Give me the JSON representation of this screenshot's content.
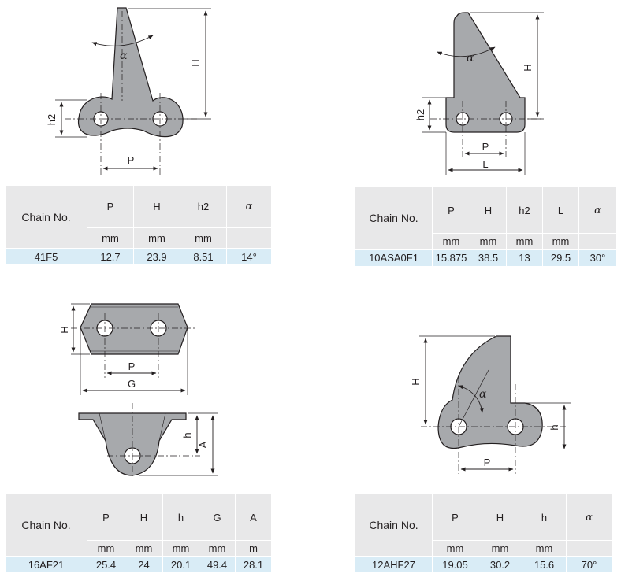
{
  "tables": [
    {
      "label": "Chain No.",
      "headers": [
        "P",
        "H",
        "h2",
        "α"
      ],
      "units": [
        "mm",
        "mm",
        "mm",
        ""
      ],
      "row": {
        "chain": "41F5",
        "values": [
          "12.7",
          "23.9",
          "8.51",
          "14°"
        ]
      }
    },
    {
      "label": "Chain No.",
      "headers": [
        "P",
        "H",
        "h2",
        "L",
        "α"
      ],
      "units": [
        "mm",
        "mm",
        "mm",
        "mm",
        ""
      ],
      "row": {
        "chain": "10ASA0F1",
        "values": [
          "15.875",
          "38.5",
          "13",
          "29.5",
          "30°"
        ]
      }
    },
    {
      "label": "Chain No.",
      "headers": [
        "P",
        "H",
        "h",
        "G",
        "A"
      ],
      "units": [
        "mm",
        "mm",
        "mm",
        "mm",
        "m"
      ],
      "row": {
        "chain": "16AF21",
        "values": [
          "25.4",
          "24",
          "20.1",
          "49.4",
          "28.1"
        ]
      }
    },
    {
      "label": "Chain No.",
      "headers": [
        "P",
        "H",
        "h",
        "α"
      ],
      "units": [
        "mm",
        "mm",
        "mm",
        ""
      ],
      "row": {
        "chain": "12AHF27",
        "values": [
          "19.05",
          "30.2",
          "15.6",
          "70°"
        ]
      }
    }
  ],
  "drawings": {
    "d1": {
      "H": "H",
      "h2": "h2",
      "P": "P",
      "alpha": "α"
    },
    "d2": {
      "H": "H",
      "h2": "h2",
      "P": "P",
      "L": "L",
      "alpha": "α"
    },
    "d3": {
      "H": "H",
      "P": "P",
      "G": "G",
      "h": "h",
      "A": "A"
    },
    "d4": {
      "H": "H",
      "h": "h",
      "P": "P",
      "alpha": "α"
    }
  },
  "colors": {
    "part_fill": "#a7a9ac",
    "part_stroke": "#231f20",
    "header_bg": "#e8e8e9",
    "value_bg": "#d9ecf6"
  }
}
